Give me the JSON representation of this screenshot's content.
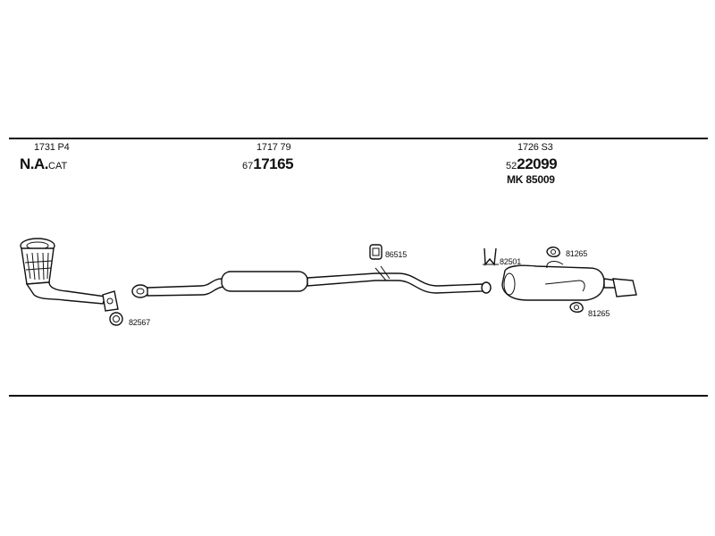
{
  "sections": [
    {
      "code": "1731 P4",
      "main_bold": "N.A.",
      "main_suffix": "CAT"
    },
    {
      "code": "1717 79",
      "prefix": "67",
      "main_bold": "17165"
    },
    {
      "code": "1726 S3",
      "prefix": "52",
      "main_bold": "22099",
      "kit": "MK  85009"
    }
  ],
  "part_labels": {
    "gasket_front": "82567",
    "bracket_mid": "86515",
    "clamp_rear": "82501",
    "ring_rear_top": "81265",
    "ring_rear_bottom": "81265"
  }
}
